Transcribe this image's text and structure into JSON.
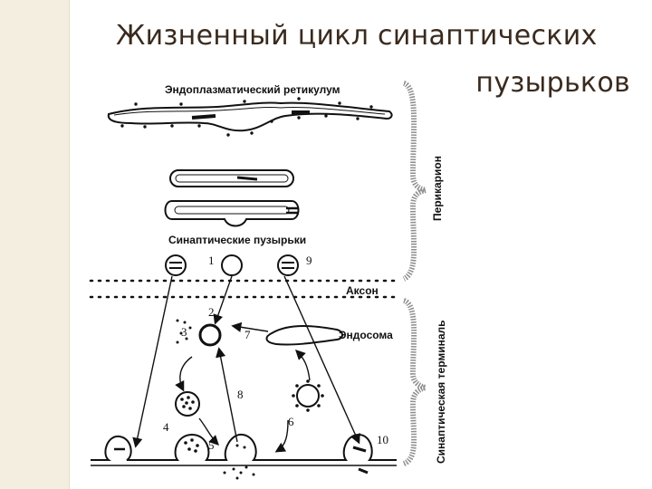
{
  "title": {
    "line1": "Жизненный цикл синаптических",
    "line2": "пузырьков"
  },
  "labels": {
    "er": "Эндоплазматический ретикулум",
    "synaptic_vesicles": "Синаптические пузырьки",
    "axon": "Аксон",
    "endosome": "Эндосома",
    "perikaryon": "Перикарион",
    "synaptic_terminal": "Синаптическая терминаль"
  },
  "steps": [
    "1",
    "2",
    "3",
    "4",
    "5",
    "6",
    "7",
    "8",
    "9",
    "10"
  ]
}
